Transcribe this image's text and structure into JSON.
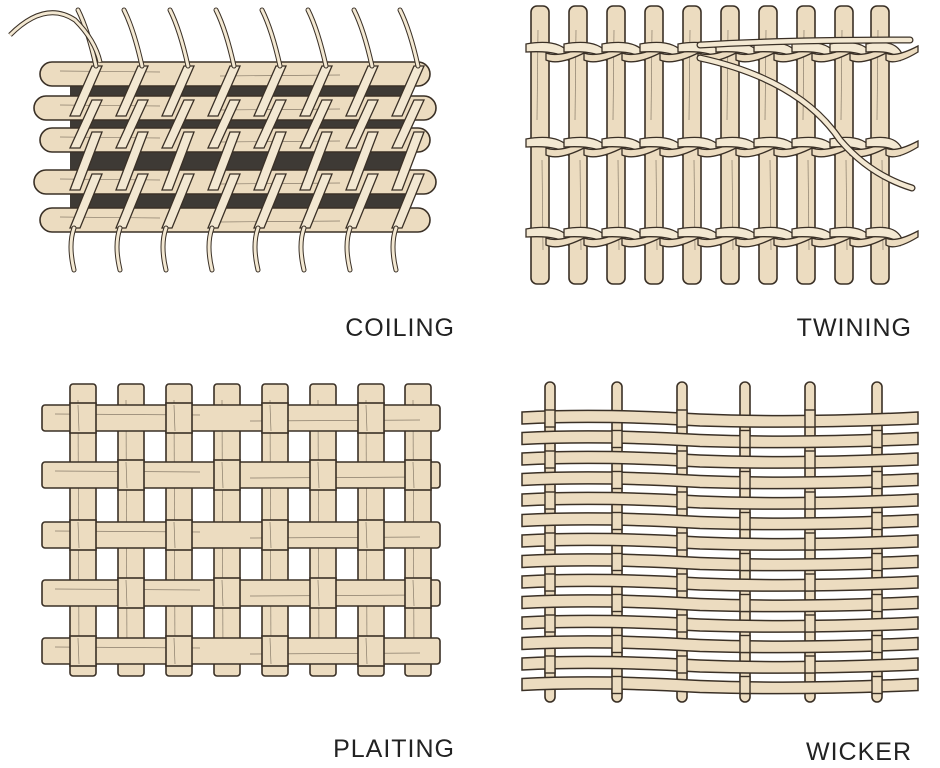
{
  "panels": [
    {
      "key": "coiling",
      "label": "COILING"
    },
    {
      "key": "twining",
      "label": "TWINING"
    },
    {
      "key": "plaiting",
      "label": "PLAITING"
    },
    {
      "key": "wicker",
      "label": "WICKER"
    }
  ],
  "colors": {
    "wood_fill": "#ecdcc0",
    "wood_light": "#f3e8d2",
    "outline": "#3a3026",
    "gap_dark": "#1c1712",
    "label_text": "#222222"
  }
}
